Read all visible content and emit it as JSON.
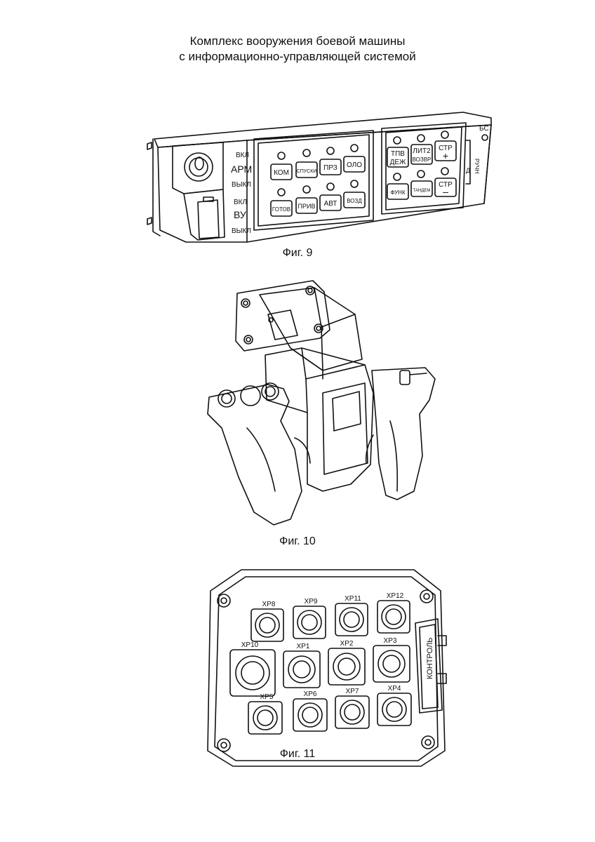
{
  "title": {
    "line1": "Комплекс вооружения боевой машины",
    "line2": "с информационно-управляющей системой"
  },
  "fig9": {
    "caption": "Фиг. 9",
    "arm": {
      "on": "ВКЛ",
      "name": "АРМ",
      "off": "ВЫКЛ"
    },
    "vu": {
      "on": "ВКЛ",
      "name": "ВУ",
      "off": "ВЫКЛ"
    },
    "bs": "БС",
    "left_buttons": [
      "КОМ",
      "СПУСКИ",
      "ПРЗ",
      "ОЛО",
      "ГОТОВ",
      "ПРИВ",
      "АВТ",
      "ВОЗД"
    ],
    "right_buttons": {
      "tpv": "ТПВ",
      "dezh": "ДЕЖ",
      "lit2": "ЛИТ2",
      "vozvr": "ВОЗВР",
      "str1": "СТР",
      "plus": "+",
      "funk": "ФУНК",
      "tandem": "ТАНДЕМ",
      "str2": "СТР",
      "minus": "–"
    },
    "ruchn": "РУЧН",
    "d": "Д"
  },
  "fig10": {
    "caption": "Фиг. 10"
  },
  "fig11": {
    "caption": "Фиг. 11",
    "connectors": [
      "ХР8",
      "ХР9",
      "ХР11",
      "ХР12",
      "ХР10",
      "ХР1",
      "ХР2",
      "ХР3",
      "ХР5",
      "ХР6",
      "ХР7",
      "ХР4"
    ],
    "kontrol": "КОНТРОЛЬ"
  }
}
